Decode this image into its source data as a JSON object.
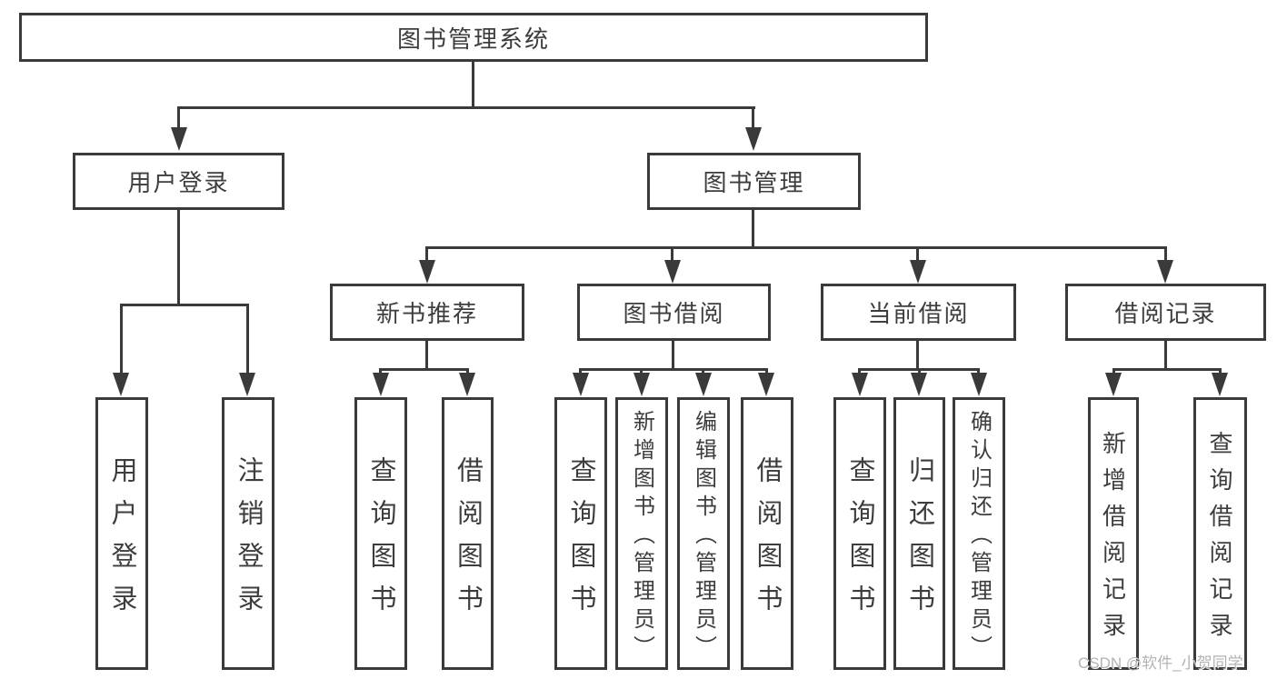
{
  "diagram": {
    "title": "图书管理系统",
    "tree": {
      "root": "图书管理系统",
      "level2": [
        {
          "label": "用户登录",
          "children": [
            "用户登录",
            "注销登录"
          ]
        },
        {
          "label": "图书管理",
          "children": [
            {
              "label": "新书推荐",
              "children": [
                "查询图书",
                "借阅图书"
              ]
            },
            {
              "label": "图书借阅",
              "children": [
                "查询图书",
                "新增图书（管理员）",
                "编辑图书（管理员）",
                "借阅图书"
              ]
            },
            {
              "label": "当前借阅",
              "children": [
                "查询图书",
                "归还图书",
                "确认归还（管理员）"
              ]
            },
            {
              "label": "借阅记录",
              "children": [
                "新增借阅记录",
                "查询借阅记录"
              ]
            }
          ]
        }
      ]
    }
  },
  "watermark": {
    "text": "CSDN @软件_小贺同学"
  },
  "colors": {
    "line": "#3a3a3a",
    "text": "#3d3d3d",
    "watermark": "#b3b3b3",
    "background": "#ffffff"
  }
}
